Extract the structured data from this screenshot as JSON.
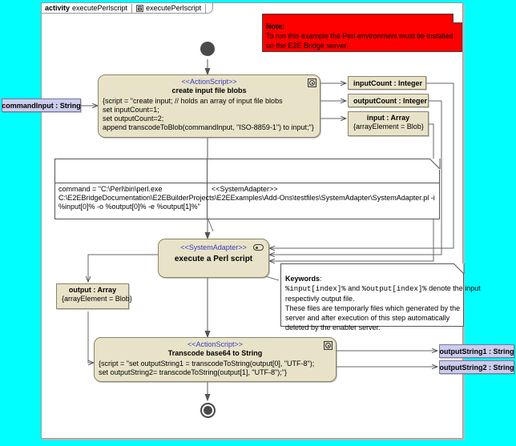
{
  "canvas": {
    "background_color": "#00FFFF",
    "frame_background": "#FFFFFF"
  },
  "frame": {
    "keyword": "activity",
    "name": "executePerlscript",
    "icon": "diagram-icon",
    "tab_name": "executePerlscript"
  },
  "note_red": {
    "title": "Note:",
    "line1": "To run this example the Perl environment must be installed",
    "line2": "on the E2E Bridge server.",
    "color": "#FF0000"
  },
  "param_in": {
    "label": "commandInput : String",
    "color": "#CCCCEE"
  },
  "action_create": {
    "stereotype": "<<ActionScript>>",
    "title": "create input file blobs",
    "line1": "{script = \"create input; // holds an array of input file blobs",
    "line2": "set inputCount=1;",
    "line3": "set outputCount=2;",
    "line4": "append transcodeToBlob(commandInput, \"ISO-8859-1\") to input;\"}",
    "icon": "script-gear-icon"
  },
  "pins": [
    {
      "name": "inputCount : Integer",
      "props": ""
    },
    {
      "name": "outputCount : Integer",
      "props": ""
    },
    {
      "name": "input : Array",
      "props": "{arrayElement = Blob}"
    }
  ],
  "sa_note": {
    "stereotype": "<<SystemAdapter>>",
    "cmd_line1": "command = \"C:\\Perl\\bin\\perl.exe",
    "cmd_line2": "C:\\E2EBridgeDocumentation\\E2EBuilderProjects\\E2EExamples\\Add-Ons\\testfiles\\SystemAdapter\\SystemAdapter.pl -i",
    "cmd_line3": "%input[0]% -o %output[0]% -e %output[1]%\"",
    "cmd_tail": "C:\\E2EBridgeDocumentation\\E2EBuilderProjects\\E2EExamples\\Add-Ons\\testfiles\\SystemAdapter\\SystemAdapter.pl -i"
  },
  "action_exec": {
    "stereotype": "<<SystemAdapter>>",
    "title": "execute a Perl script",
    "icon": "adapter-pill-icon"
  },
  "note_keywords": {
    "title": "Keywords",
    "title_colon": ":",
    "kw_input": "%input[index]%",
    "kw_and": " and ",
    "kw_output": "%output[index]%",
    "kw_tail": " denote the input",
    "line2": "respectivly output file.",
    "line3": "These files are temporarly files which generated by the",
    "line4": "server and after execution of this step automatically",
    "line5": "deleted by the enabler server."
  },
  "obj_output": {
    "name": "output : Array",
    "props": "{arrayElement = Blob}"
  },
  "action_transcode": {
    "stereotype": "<<ActionScript>>",
    "title": "Transcode base64 to String",
    "line1": "{script = \"set outputString1 = transcodeToString(output[0], \"UTF-8\");",
    "line2": "set outputString2= transcodeToString(output[1], \"UTF-8\");\"}",
    "icon": "script-gear-icon"
  },
  "params_out": [
    {
      "label": "outputString1 : String"
    },
    {
      "label": "outputString2 : String"
    }
  ],
  "nodes": {
    "initial": "initial-node",
    "final": "activity-final-node"
  }
}
